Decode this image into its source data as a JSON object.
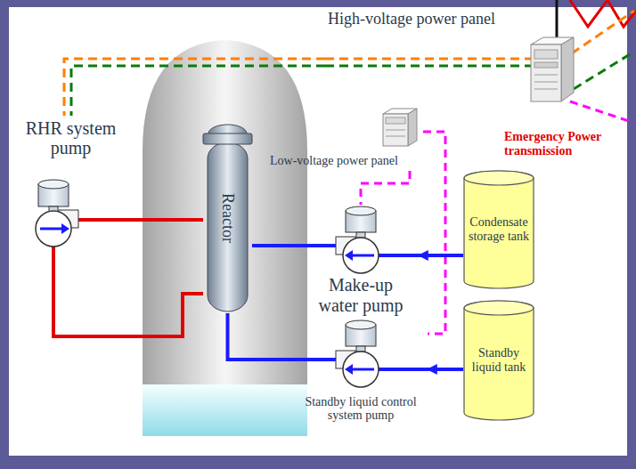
{
  "diagram": {
    "nodes": [
      {
        "text": [
          "High-voltage power panel"
        ]
      },
      {
        "text": [
          "Low-voltage power panel"
        ]
      },
      {
        "text": [
          "RHR system pump"
        ]
      },
      {
        "text": [
          "Reactor"
        ]
      },
      {
        "text": [
          "Make-up water pump"
        ]
      },
      {
        "text": [
          "Condensate storage tank"
        ]
      },
      {
        "text": [
          "Standby liquid control system pump"
        ]
      },
      {
        "text": [
          "Standby liquid tank"
        ]
      }
    ],
    "edges": [
      {
        "from": 0,
        "to": 2,
        "arrow": "none"
      },
      {
        "from": 1,
        "to": 4,
        "arrow": "none"
      },
      {
        "from": 1,
        "to": 6,
        "arrow": "none"
      },
      {
        "from": 2,
        "to": 3,
        "arrow": "none"
      },
      {
        "from": 3,
        "to": 2,
        "arrow": "none"
      },
      {
        "from": 5,
        "to": 4,
        "arrow": "to"
      },
      {
        "from": 4,
        "to": 3,
        "arrow": "none"
      },
      {
        "from": 7,
        "to": 6,
        "arrow": "to"
      },
      {
        "from": 6,
        "to": 3,
        "arrow": "none"
      }
    ],
    "labels": [
      "Emergency Power transmission"
    ]
  }
}
